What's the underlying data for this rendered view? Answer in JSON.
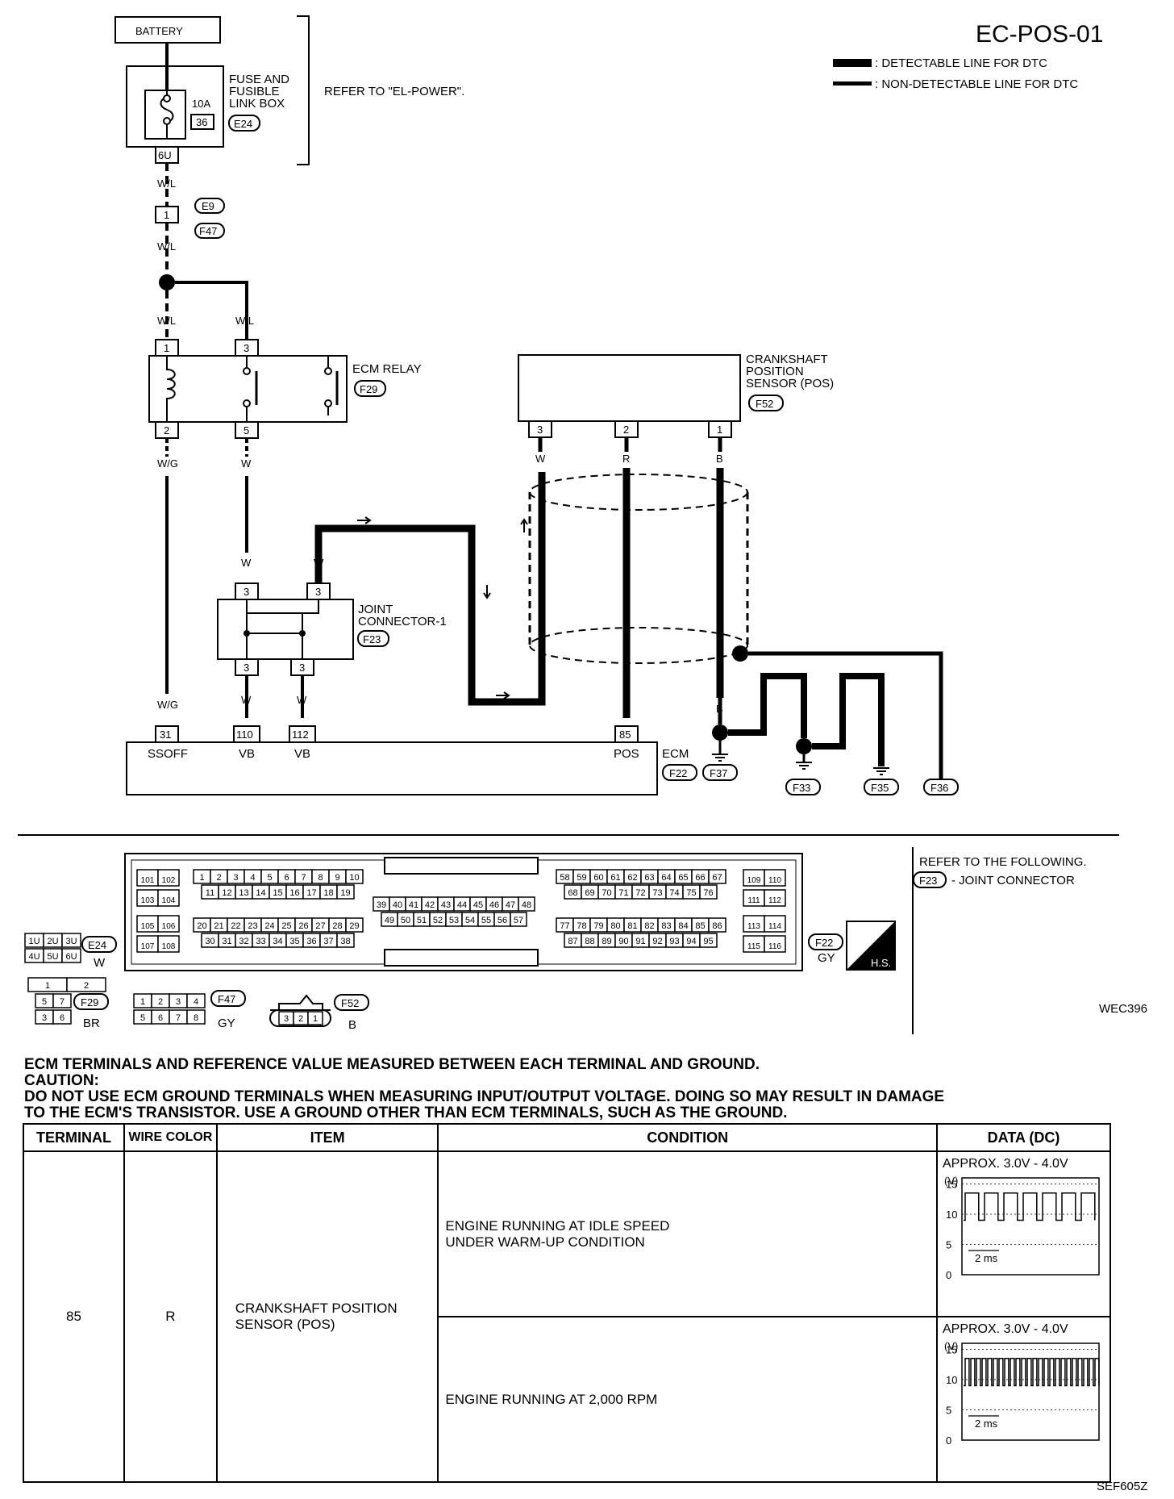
{
  "header": {
    "diagram_id": "EC-POS-01",
    "legend_detectable": ": DETECTABLE LINE FOR DTC",
    "legend_non_detectable": ": NON-DETECTABLE LINE FOR DTC",
    "refer_el_power": "REFER TO \"EL-POWER\"."
  },
  "components": {
    "battery": "BATTERY",
    "fuse_box": [
      "FUSE AND",
      "FUSIBLE",
      "LINK BOX"
    ],
    "fuse_rating": "10A",
    "fuse_number": "36",
    "fuse_box_conn": "E24",
    "fuse_terminal": "6U",
    "inline_conn_a": "E9",
    "inline_conn_b": "F47",
    "inline_terminal": "1",
    "ecm_relay": "ECM RELAY",
    "ecm_relay_conn": "F29",
    "pos_sensor": [
      "CRANKSHAFT",
      "POSITION",
      "SENSOR (POS)"
    ],
    "pos_sensor_conn": "F52",
    "joint_connector": [
      "JOINT",
      "CONNECTOR-1"
    ],
    "joint_conn": "F23",
    "ecm": "ECM",
    "ecm_conn": "F22"
  },
  "terminals": {
    "relay_1": "1",
    "relay_3": "3",
    "relay_2": "2",
    "relay_5": "5",
    "sensor_3": "3",
    "sensor_2": "2",
    "sensor_1": "1",
    "jc_top_left": "3",
    "jc_top_right": "3",
    "jc_bottom_left": "3",
    "jc_bottom_right": "3",
    "ecm_31": "31",
    "ecm_110": "110",
    "ecm_112": "112",
    "ecm_85": "85",
    "ecm_31_name": "SSOFF",
    "ecm_110_name": "VB",
    "ecm_112_name": "VB",
    "ecm_85_name": "POS"
  },
  "wire_colors": {
    "w_l": "W/L",
    "w_g": "W/G",
    "w": "W",
    "r": "R",
    "b": "B"
  },
  "grounds": [
    "F37",
    "F33",
    "F35",
    "F36"
  ],
  "connector_views": {
    "ecm_pins_row1_left": [
      "1",
      "2",
      "3",
      "4",
      "5",
      "6",
      "7",
      "8",
      "9",
      "10"
    ],
    "ecm_pins_row2_left": [
      "11",
      "12",
      "13",
      "14",
      "15",
      "16",
      "17",
      "18",
      "19"
    ],
    "ecm_pins_row3_left": [
      "20",
      "21",
      "22",
      "23",
      "24",
      "25",
      "26",
      "27",
      "28",
      "29"
    ],
    "ecm_pins_row4_left": [
      "30",
      "31",
      "32",
      "33",
      "34",
      "35",
      "36",
      "37",
      "38"
    ],
    "ecm_pins_mid_top": [
      "39",
      "40",
      "41",
      "42",
      "43",
      "44",
      "45",
      "46",
      "47",
      "48"
    ],
    "ecm_pins_mid_bottom": [
      "49",
      "50",
      "51",
      "52",
      "53",
      "54",
      "55",
      "56",
      "57"
    ],
    "ecm_pins_row1_right": [
      "58",
      "59",
      "60",
      "61",
      "62",
      "63",
      "64",
      "65",
      "66",
      "67"
    ],
    "ecm_pins_row2_right": [
      "68",
      "69",
      "70",
      "71",
      "72",
      "73",
      "74",
      "75",
      "76"
    ],
    "ecm_pins_row3_right": [
      "77",
      "78",
      "79",
      "80",
      "81",
      "82",
      "83",
      "84",
      "85",
      "86"
    ],
    "ecm_pins_row4_right": [
      "87",
      "88",
      "89",
      "90",
      "91",
      "92",
      "93",
      "94",
      "95"
    ],
    "ecm_pins_far_left": [
      "101",
      "102",
      "103",
      "104",
      "105",
      "106",
      "107",
      "108"
    ],
    "ecm_pins_far_right": [
      "109",
      "110",
      "111",
      "112",
      "113",
      "114",
      "115",
      "116"
    ],
    "ecm_color": "GY",
    "hs_label": "H.S.",
    "e24_pins": [
      "1U",
      "2U",
      "3U",
      "4U",
      "5U",
      "6U"
    ],
    "e24_color": "W",
    "f29_pins": [
      "1",
      "2",
      "5",
      "7",
      "3",
      "6"
    ],
    "f29_color": "BR",
    "f47_pins": [
      "1",
      "2",
      "3",
      "4",
      "5",
      "6",
      "7",
      "8"
    ],
    "f47_color": "GY",
    "f52_pins": [
      "3",
      "2",
      "1"
    ],
    "f52_color": "B",
    "refer_following": "REFER TO THE FOLLOWING.",
    "refer_joint": "- JOINT CONNECTOR",
    "refer_conn": "F23",
    "figure_code": "WEC396"
  },
  "caution": {
    "line1": "ECM TERMINALS AND REFERENCE VALUE MEASURED BETWEEN EACH TERMINAL AND GROUND.",
    "line2": "CAUTION:",
    "line3": "DO NOT USE ECM GROUND TERMINALS WHEN MEASURING INPUT/OUTPUT VOLTAGE. DOING SO MAY RESULT IN DAMAGE",
    "line4": "TO THE ECM'S TRANSISTOR. USE A GROUND OTHER THAN ECM TERMINALS, SUCH AS THE GROUND."
  },
  "table": {
    "headers": [
      "TERMINAL",
      "WIRE COLOR",
      "ITEM",
      "CONDITION",
      "DATA (DC)"
    ],
    "terminal": "85",
    "wire_color": "R",
    "item": [
      "CRANKSHAFT POSITION",
      "SENSOR (POS)"
    ],
    "rows": [
      {
        "condition": [
          "ENGINE RUNNING AT IDLE SPEED",
          "UNDER WARM-UP CONDITION"
        ],
        "data": "APPROX. 3.0V - 4.0V",
        "scope_unit": "(V)",
        "scope_ticks": [
          "15",
          "10",
          "5",
          "0"
        ],
        "scope_time": "2 ms"
      },
      {
        "condition": [
          "ENGINE RUNNING AT 2,000 RPM"
        ],
        "data": "APPROX. 3.0V - 4.0V",
        "scope_unit": "(V)",
        "scope_ticks": [
          "15",
          "10",
          "5",
          "0"
        ],
        "scope_time": "2 ms"
      }
    ]
  },
  "footer_code": "SEF605Z"
}
